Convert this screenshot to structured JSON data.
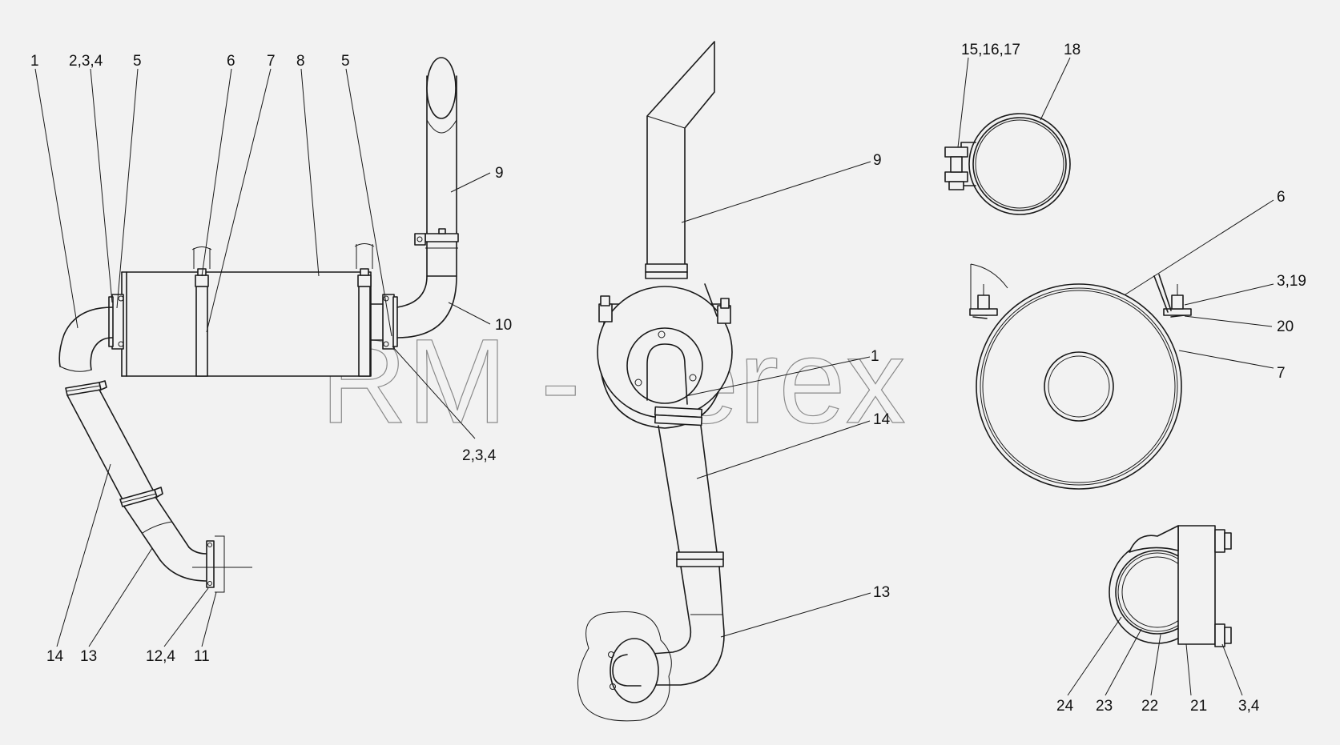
{
  "watermark": "RM - Terex",
  "callouts": {
    "c1_1": "1",
    "c1_234": "2,3,4",
    "c1_5a": "5",
    "c1_6": "6",
    "c1_7": "7",
    "c1_8": "8",
    "c1_5b": "5",
    "c1_9": "9",
    "c1_10": "10",
    "c1_234b": "2,3,4",
    "c1_14": "14",
    "c1_13": "13",
    "c1_124": "12,4",
    "c1_11": "11",
    "c2_9": "9",
    "c2_1": "1",
    "c2_14": "14",
    "c2_13": "13",
    "c3_151617": "15,16,17",
    "c3_18": "18",
    "c4_6": "6",
    "c4_319": "3,19",
    "c4_20": "20",
    "c4_7": "7",
    "c5_24": "24",
    "c5_23": "23",
    "c5_22": "22",
    "c5_21": "21",
    "c5_34": "3,4"
  }
}
